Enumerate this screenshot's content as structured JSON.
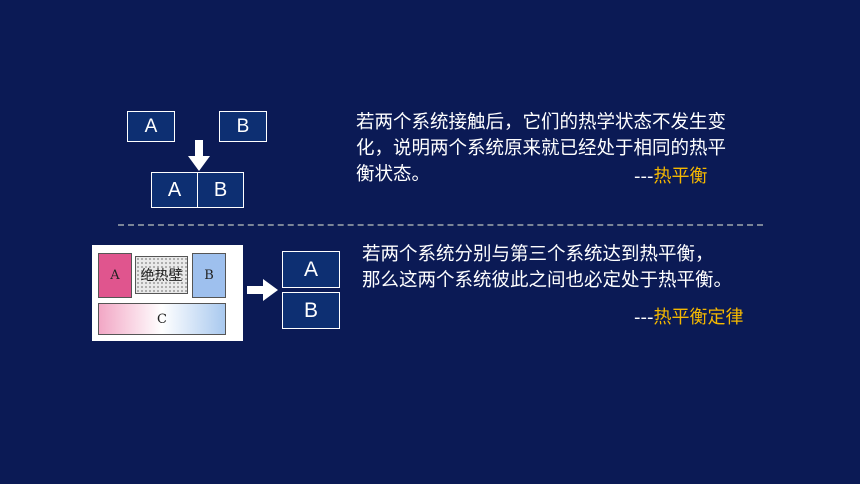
{
  "colors": {
    "background": "#0b1a55",
    "box_fill": "#0d2f72",
    "highlight": "#f5b800",
    "fig_a": "#e0558e",
    "fig_b": "#9ec0ee"
  },
  "top": {
    "box_a": "A",
    "box_b": "B",
    "combined_a": "A",
    "combined_b": "B",
    "text_line1": "若两个系统接触后，它们的热学状态不发生变",
    "text_line2": "化，说明两个系统原来就已经处于相同的热平",
    "text_line3": "衡状态。",
    "sig_dashes": "---",
    "sig_label": "热平衡"
  },
  "bottom": {
    "fig_a": "A",
    "fig_wall": "绝热壁",
    "fig_b": "B",
    "fig_c": "C",
    "stack_a": "A",
    "stack_b": "B",
    "text_line1": "若两个系统分别与第三个系统达到热平衡，",
    "text_line2": "那么这两个系统彼此之间也必定处于热平衡。",
    "sig_dashes": "---",
    "sig_label": "热平衡定律"
  }
}
